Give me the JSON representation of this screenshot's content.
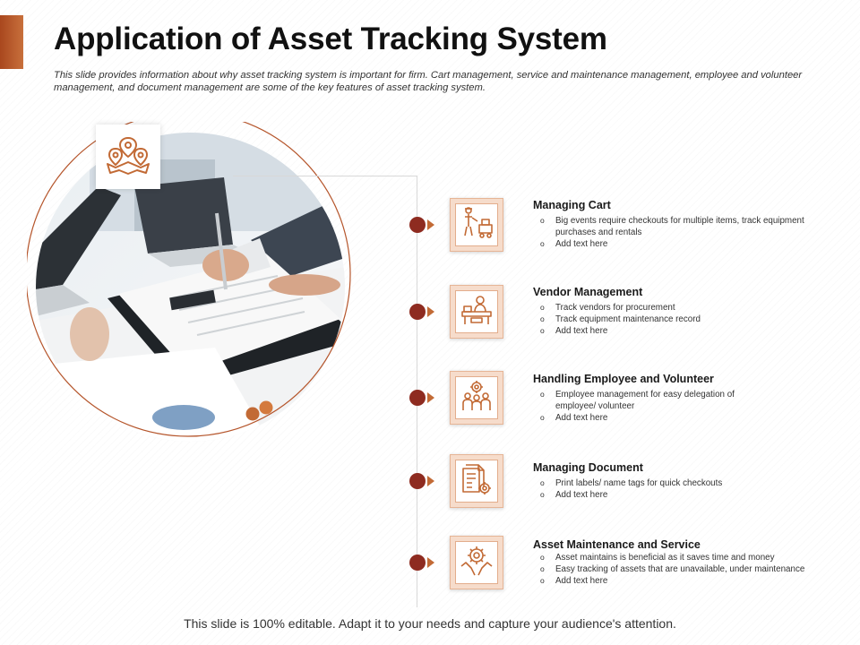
{
  "header": {
    "title": "Application of Asset Tracking System",
    "subtitle": "This slide provides information about why asset tracking system is important for firm. Cart management, service and maintenance management, employee and volunteer management, and document management are some of the key features of asset tracking system."
  },
  "theme": {
    "accent": "#c26a35",
    "dark_accent": "#8e2b20",
    "icon_tint": "#f6dccb"
  },
  "logo": {
    "icon": "location-pins-map-icon"
  },
  "items": [
    {
      "title": "Managing Cart",
      "icon": "worker-cart-icon",
      "bullets": [
        "Big events require checkouts for multiple items, track equipment purchases and rentals",
        "Add text here"
      ]
    },
    {
      "title": "Vendor Management",
      "icon": "vendor-desk-icon",
      "bullets": [
        "Track vendors for procurement",
        "Track equipment maintenance record",
        "Add text here"
      ]
    },
    {
      "title": "Handling Employee and Volunteer",
      "icon": "team-gear-icon",
      "bullets": [
        "Employee management for easy delegation of employee/ volunteer",
        "Add text here"
      ]
    },
    {
      "title": "Managing Document",
      "icon": "document-gear-icon",
      "bullets": [
        "Print labels/ name tags for quick checkouts",
        "Add text here"
      ]
    },
    {
      "title": "Asset  Maintenance and Service",
      "icon": "hands-gear-icon",
      "bullets": [
        "Asset maintains is beneficial as it saves time and money",
        "Easy tracking of assets that are unavailable, under maintenance",
        "Add text here"
      ]
    }
  ],
  "footer": {
    "text": "This slide is 100% editable. Adapt it to your needs and capture your audience's attention."
  }
}
